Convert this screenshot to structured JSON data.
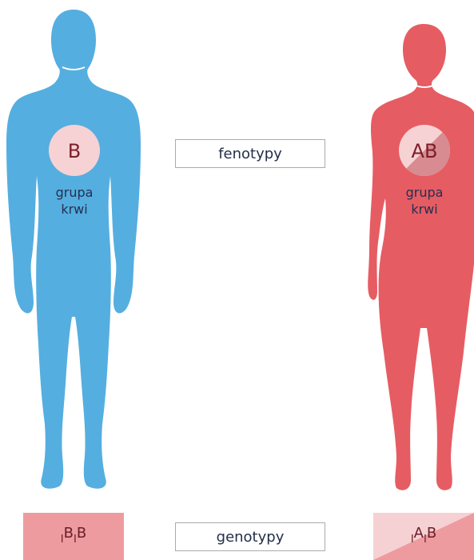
{
  "labels": {
    "phenotypes": "fenotypy",
    "genotypes": "genotypy"
  },
  "male": {
    "blood_type": "B",
    "group_line1": "grupa",
    "group_line2": "krwi",
    "genotype_part1": "B",
    "genotype_part2": "B",
    "genotype_prefix": "I",
    "body_color": "#55aee0"
  },
  "female": {
    "blood_type": "AB",
    "group_line1": "grupa",
    "group_line2": "krwi",
    "genotype_part1": "A",
    "genotype_part2": "B",
    "genotype_prefix": "I",
    "body_color": "#e65c63"
  },
  "colors": {
    "circle_fill": "#f6d2d4",
    "circle_dark": "#d88b90",
    "genotype_fill": "#ee9ba0",
    "genotype_light": "#f6d1d3",
    "text_dark": "#232f4b"
  }
}
